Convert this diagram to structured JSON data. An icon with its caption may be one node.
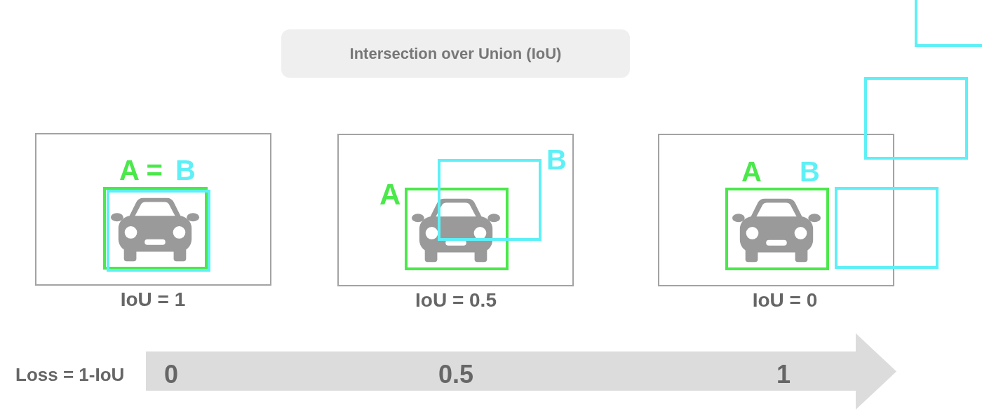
{
  "diagram": {
    "title": "Intersection over Union (IoU)",
    "nodes": [
      {
        "text": [],
        "shape": "box",
        "beside": [
          "IoU = 1"
        ]
      },
      {
        "text": [
          "A ="
        ],
        "in": 0
      },
      {
        "text": [
          "B"
        ],
        "in": 0
      },
      {
        "text": [],
        "shape": "box",
        "beside": [
          "IoU = 0.5"
        ]
      },
      {
        "text": [
          "A"
        ],
        "in": 3
      },
      {
        "text": [
          "B"
        ],
        "in": 3
      },
      {
        "text": [],
        "shape": "box",
        "beside": [
          "IoU = 0"
        ]
      },
      {
        "text": [
          "A"
        ],
        "in": 6
      },
      {
        "text": [],
        "shape": "box"
      },
      {
        "text": [],
        "shape": "box"
      },
      {
        "text": [],
        "shape": "box"
      },
      {
        "text": [
          "0",
          "0.5",
          "1"
        ],
        "beside": [
          "Loss = 1-IoU"
        ]
      }
    ],
    "labels": [
      "B"
    ]
  }
}
